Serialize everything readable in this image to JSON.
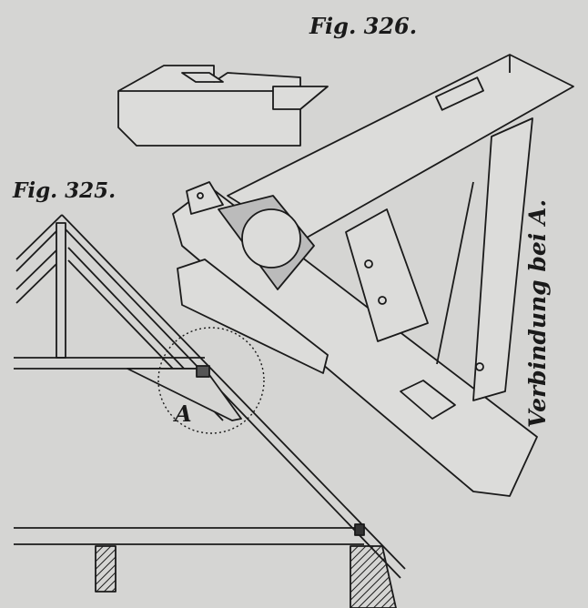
{
  "figures": {
    "fig326_label": "Fig. 326.",
    "fig325_label": "Fig. 325.",
    "joint_label": "A",
    "caption": "Verbindung bei A."
  },
  "colors": {
    "paper": "#d5d5d3",
    "ink": "#1a1a1a"
  }
}
